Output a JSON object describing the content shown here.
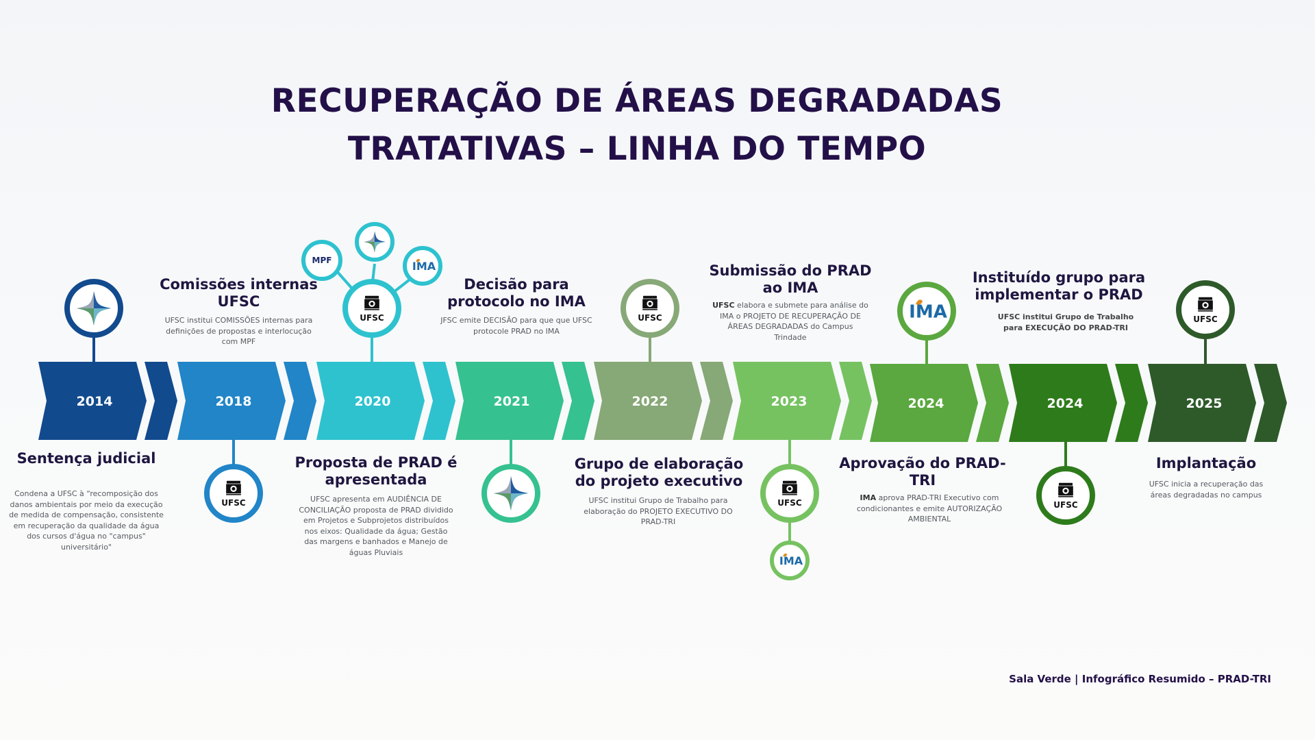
{
  "title": {
    "line1": "RECUPERAÇÃO DE ÁREAS DEGRADADAS",
    "line2": "TRATATIVAS – LINHA DO TEMPO"
  },
  "footer": "Sala Verde | Infográfico Resumido – PRAD-TRI",
  "colors": [
    "#124a8e",
    "#2185c8",
    "#2ec2cf",
    "#35c190",
    "#87a877",
    "#76c261",
    "#5aa83f",
    "#2e7b1c",
    "#2e5a2a"
  ],
  "logos": {
    "ufsc": "UFSC",
    "mpf": "MPF",
    "ima": "IMA"
  },
  "events": [
    {
      "year": "2014",
      "title": "Sentença judicial",
      "desc": "Condena a UFSC à “recomposição dos danos ambientais por meio da execução de medida de compensação, consistente em recuperação da qualidade da água dos cursos d'água no \"campus\" universitário\""
    },
    {
      "year": "2018",
      "title": "Comissões internas UFSC",
      "desc": "UFSC institui COMISSÕES internas para definições de propostas e interlocução com MPF"
    },
    {
      "year": "2020",
      "title": "Proposta de PRAD é apresentada",
      "desc": "UFSC apresenta em AUDIÊNCIA DE CONCILIAÇÃO proposta de PRAD dividido em Projetos e Subprojetos distribuídos nos eixos: Qualidade da água; Gestão das margens e banhados e Manejo de águas Pluviais"
    },
    {
      "year": "2021",
      "title": "Decisão para protocolo no IMA",
      "desc": "JFSC emite DECISÃO para que que UFSC protocole PRAD no IMA"
    },
    {
      "year": "2022",
      "title": "Grupo de elaboração do projeto executivo",
      "desc": "UFSC institui Grupo de Trabalho para elaboração do PROJETO EXECUTIVO DO PRAD-TRI"
    },
    {
      "year": "2023",
      "title": "Submissão do PRAD ao IMA",
      "desc_bold": "UFSC",
      "desc": " elabora e submete para análise do IMA o PROJETO DE RECUPERAÇÃO DE ÁREAS DEGRADADAS do Campus Trindade"
    },
    {
      "year": "2024",
      "title": "Aprovação do PRAD-TRI",
      "desc_bold": "IMA",
      "desc": " aprova PRAD-TRI Executivo com condicionantes e emite AUTORIZAÇÃO AMBIENTAL"
    },
    {
      "year": "2024",
      "title": "Instituído grupo para implementar o PRAD",
      "desc": "UFSC institui Grupo de Trabalho para EXECUÇÃO DO PRAD-TRI"
    },
    {
      "year": "2025",
      "title": "Implantação",
      "desc": "UFSC inicia a recuperação das áreas degradadas no campus"
    }
  ]
}
